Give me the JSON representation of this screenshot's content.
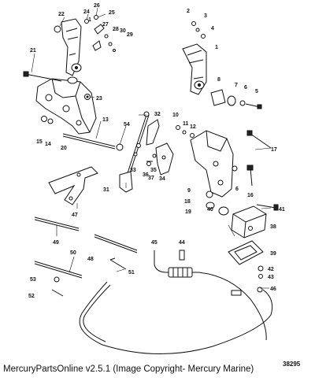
{
  "footer": {
    "text": "MercuryPartsOnline v2.5.1 (Image Copyright- Mercury Marine)"
  },
  "figure_number": "38295",
  "callouts": {
    "c1": "1",
    "c1b": "1",
    "c2": "2",
    "c3": "3",
    "c4": "4",
    "c5": "5",
    "c6": "6",
    "c6b": "6",
    "c7": "7",
    "c8": "8",
    "c9": "9",
    "c10": "10",
    "c11": "11",
    "c12": "12",
    "c13": "13",
    "c14": "14",
    "c15": "15",
    "c16": "16",
    "c17": "17",
    "c18": "18",
    "c19": "19",
    "c20": "20",
    "c21": "21",
    "c22": "22",
    "c23": "23",
    "c24": "24",
    "c25": "25",
    "c26": "26",
    "c27": "27",
    "c28": "28",
    "c29": "29",
    "c30": "30",
    "c31": "31",
    "c32": "32",
    "c33": "33",
    "c34": "34",
    "c35": "35",
    "c36": "36",
    "c37": "37",
    "c38": "38",
    "c39": "39",
    "c40": "40",
    "c41": "41",
    "c42": "42",
    "c43": "43",
    "c44": "44",
    "c45": "45",
    "c46": "46",
    "c47": "47",
    "c48": "48",
    "c49": "49",
    "c50": "50",
    "c51": "51",
    "c52": "52",
    "c53": "53",
    "c54": "54"
  }
}
